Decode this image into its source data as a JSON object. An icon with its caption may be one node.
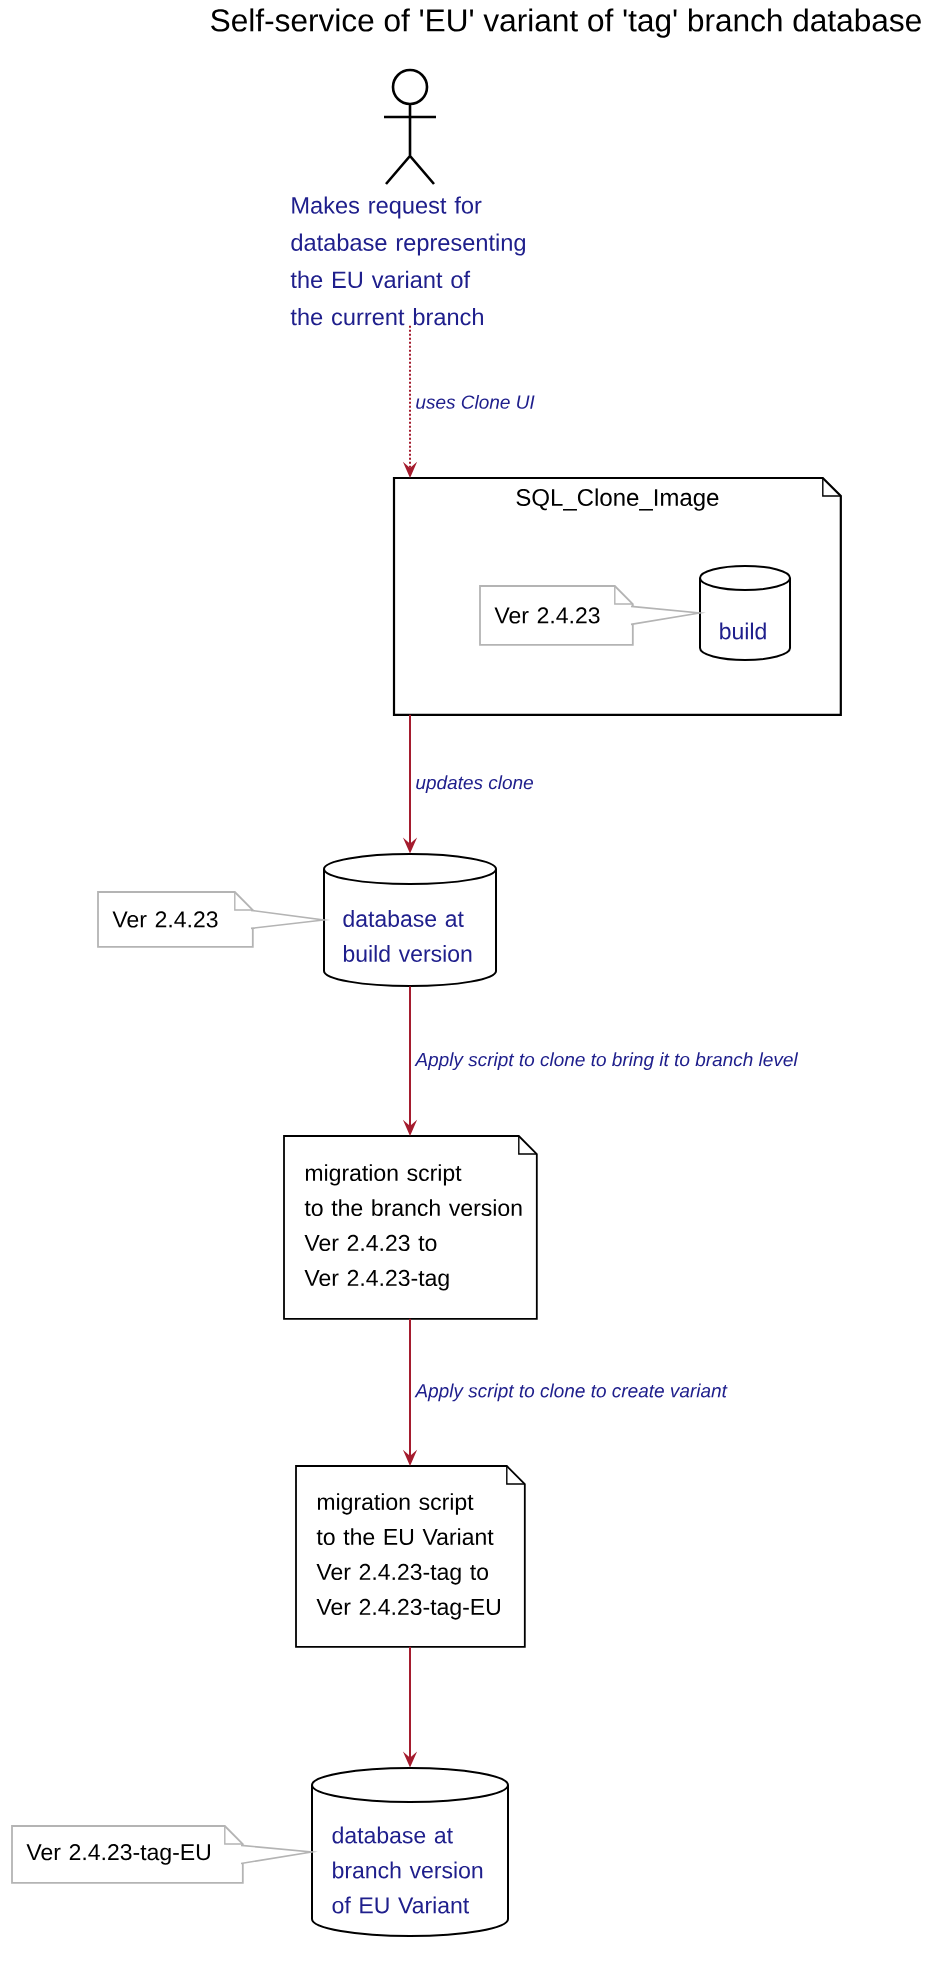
{
  "diagram": {
    "title": "Self-service of 'EU' variant of 'tag' branch database",
    "nodes": [
      {
        "text": [
          "Makes request for database representing the EU variant of the current branch"
        ]
      },
      {
        "text": [
          "SQL_Clone_Image"
        ]
      },
      {
        "text": [
          "Ver 2.4.23"
        ],
        "in": 1
      },
      {
        "text": [
          "build"
        ],
        "in": 1
      },
      {
        "text": [
          "Ver 2.4.23"
        ]
      },
      {
        "text": [
          "database at build version"
        ]
      },
      {
        "text": [
          "migration script to the branch version Ver 2.4.23 to Ver 2.4.23-tag"
        ]
      },
      {
        "text": [
          "migration script to the EU Variant Ver 2.4.23-tag to Ver 2.4.23-tag-EU"
        ]
      },
      {
        "text": [
          "Ver 2.4.23-tag-EU"
        ]
      },
      {
        "text": [
          "database at branch version of EU Variant"
        ]
      }
    ],
    "edges": [
      {
        "from": 0,
        "to": 1,
        "arrow": "to",
        "label": "uses Clone UI",
        "style": "dashed"
      },
      {
        "from": 2,
        "to": 3,
        "arrow": "none",
        "color": "#b4b4b4"
      },
      {
        "from": 1,
        "to": 5,
        "arrow": "to",
        "label": "updates clone"
      },
      {
        "from": 4,
        "to": 5,
        "arrow": "none",
        "color": "#b4b4b4"
      },
      {
        "from": 5,
        "to": 6,
        "arrow": "to",
        "label": "Apply script to clone to bring it to branch level"
      },
      {
        "from": 6,
        "to": 7,
        "arrow": "to",
        "label": "Apply script to clone to create variant"
      },
      {
        "from": 7,
        "to": 9,
        "arrow": "to"
      },
      {
        "from": 8,
        "to": 9,
        "arrow": "none",
        "color": "#b4b4b4"
      }
    ]
  }
}
